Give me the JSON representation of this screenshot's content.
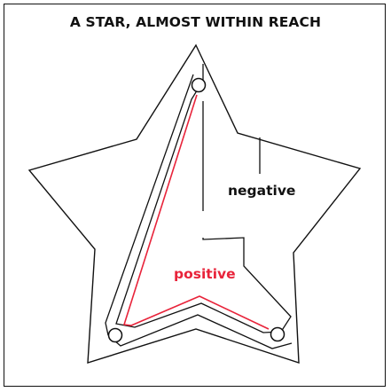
{
  "title": "A STAR, ALMOST WITHIN REACH",
  "labels": {
    "negative": "negative",
    "positive": "positive"
  },
  "colors": {
    "outline": "#111111",
    "negative": "#111111",
    "positive": "#e8233a",
    "background": "#ffffff"
  }
}
